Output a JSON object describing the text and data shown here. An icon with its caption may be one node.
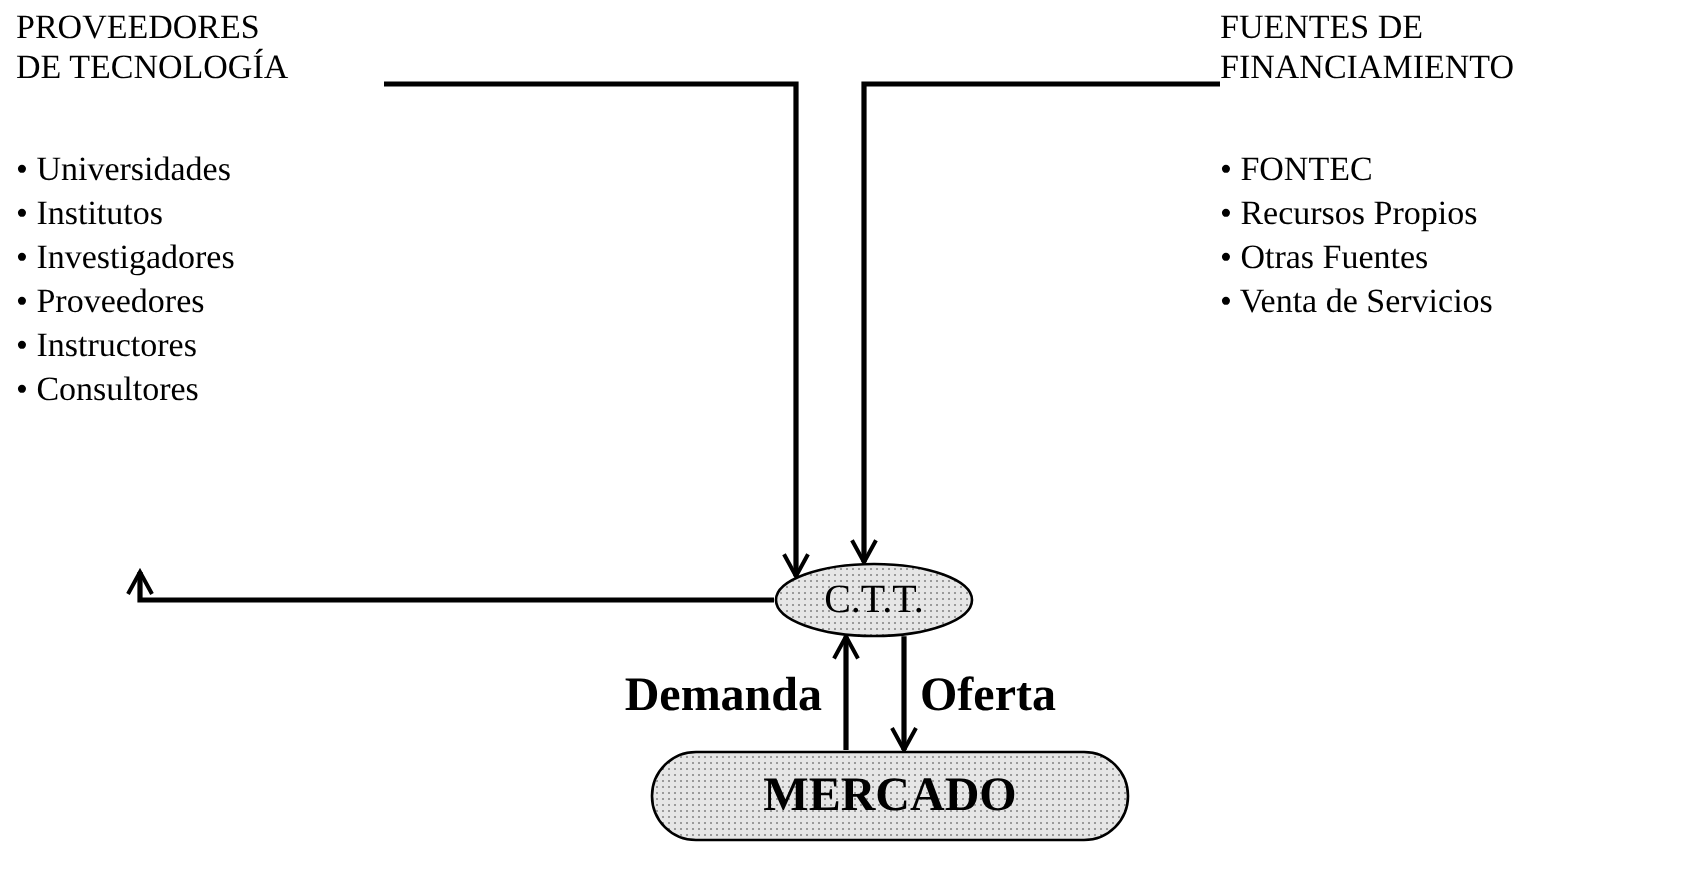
{
  "diagram": {
    "nodes": [
      {
        "text": [
          "PROVEEDORES DE TECNOLOGÍA",
          "• Universidades",
          "• Institutos",
          "• Investigadores",
          "• Proveedores",
          "• Instructores",
          "• Consultores"
        ]
      },
      {
        "text": [
          "FUENTES DE FINANCIAMIENTO",
          "• FONTEC",
          "• Recursos Propios",
          "• Otras Fuentes",
          "• Venta de Servicios"
        ]
      },
      {
        "text": [
          "C.T.T."
        ]
      },
      {
        "text": [
          "MERCADO"
        ]
      }
    ],
    "edges": [
      {
        "from": 0,
        "to": 2,
        "arrow": "to"
      },
      {
        "from": 1,
        "to": 2,
        "arrow": "to"
      },
      {
        "from": 2,
        "to": 0,
        "arrow": "to"
      },
      {
        "from": 3,
        "to": 2,
        "arrow": "to",
        "label": "Demanda"
      },
      {
        "from": 2,
        "to": 3,
        "arrow": "to",
        "label": "Oferta"
      }
    ]
  }
}
